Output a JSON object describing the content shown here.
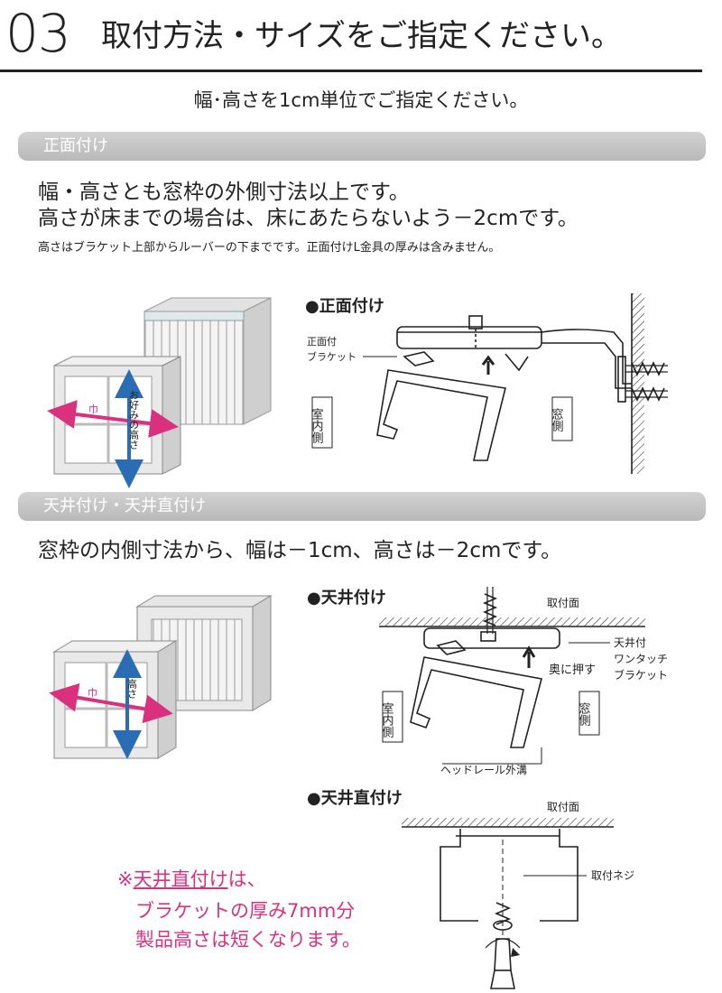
{
  "header": {
    "step_number": "03",
    "title": "取付方法・サイズをご指定ください。"
  },
  "intro": {
    "unit_note": "幅･高さを1cm単位でご指定ください。"
  },
  "section_front": {
    "bar_label": "正面付け",
    "line1": "幅・高さとも窓枠の外側寸法以上です。",
    "line2": "高さが床までの場合は、床にあたらないよう－2cmです。",
    "note": "高さはブラケット上部からルーバーの下までです。正面付けL金具の厚みは含みません。",
    "illustration": {
      "width_label": "巾",
      "height_label": "お好みの高さ"
    },
    "diagram": {
      "heading": "●正面付け",
      "bracket_label_1": "正面付",
      "bracket_label_2": "ブラケット",
      "indoor_label": "室内側",
      "window_label": "窓側"
    }
  },
  "section_ceiling": {
    "bar_label": "天井付け・天井直付け",
    "line1": "窓枠の内側寸法から、幅は－1cm、高さは－2cmです。",
    "illustration": {
      "width_label": "巾",
      "height_label": "高さ"
    },
    "diagram_ceiling": {
      "heading": "●天井付け",
      "surface_label": "取付面",
      "bracket_label_1": "天井付",
      "bracket_label_2": "ワンタッチ",
      "bracket_label_3": "ブラケット",
      "push_label": "奥に押す",
      "indoor_label": "室内側",
      "window_label": "窓側",
      "groove_label": "ヘッドレール外溝"
    },
    "diagram_direct": {
      "heading": "●天井直付け",
      "surface_label": "取付面",
      "screw_label": "取付ネジ"
    },
    "note": {
      "line1_prefix": "※",
      "line1_underlined": "天井直付け",
      "line1_suffix": "は、",
      "line2": "ブラケットの厚み7mm分",
      "line3": "製品高さは短くなります。"
    }
  },
  "colors": {
    "pink": "#d9317e",
    "blue": "#2a6db5",
    "bar_gray": "#c4c4c4"
  }
}
